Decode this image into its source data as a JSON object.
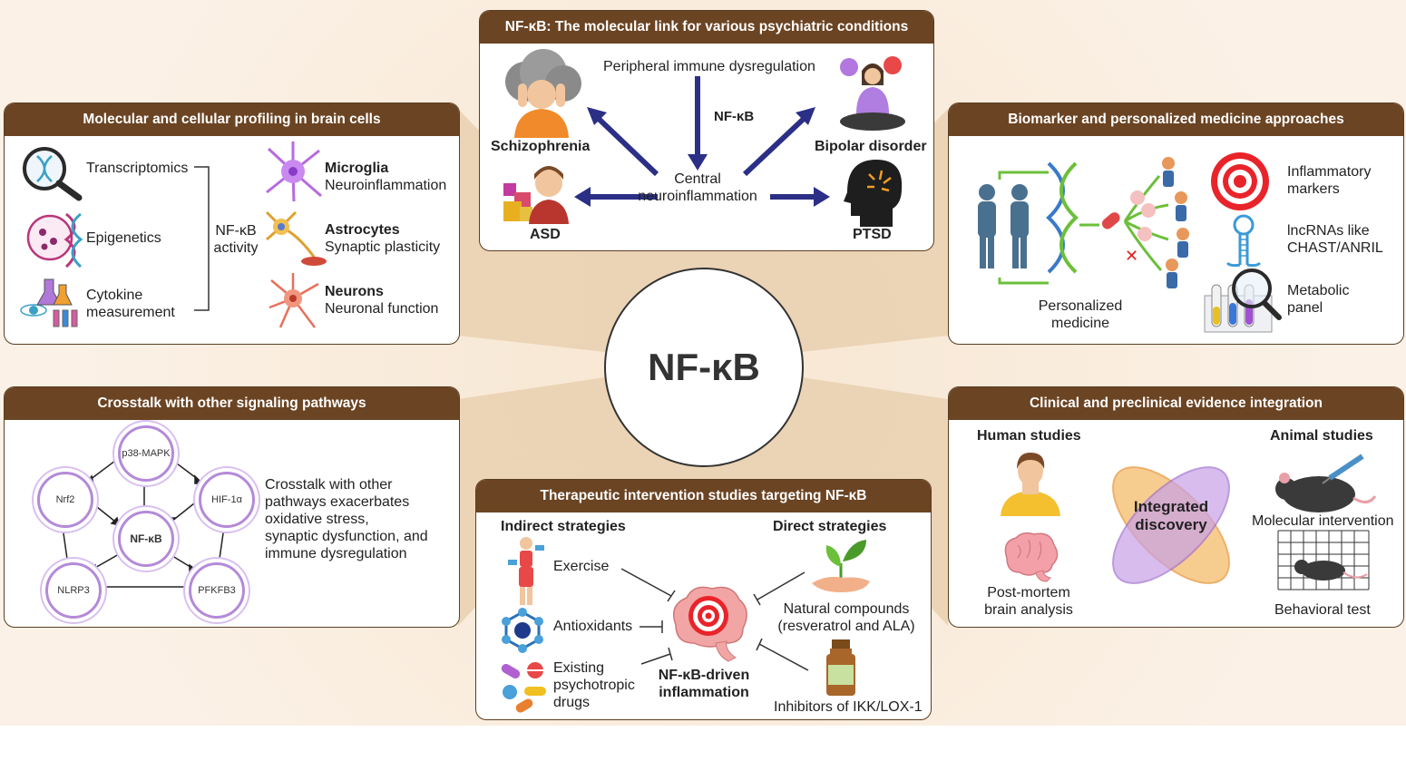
{
  "center": {
    "label": "NF-κB"
  },
  "psych": {
    "title": "NF-κB: The molecular link for various psychiatric conditions",
    "top_label": "Peripheral immune dysregulation",
    "arrow_label": "NF-κB",
    "center_label_1": "Central",
    "center_label_2": "neuroinflammation",
    "conditions": {
      "schizophrenia": "Schizophrenia",
      "bipolar": "Bipolar disorder",
      "asd": "ASD",
      "ptsd": "PTSD"
    }
  },
  "molecular": {
    "title": "Molecular and cellular profiling in brain cells",
    "methods": [
      "Transcriptomics",
      "Epigenetics",
      "Cytokine",
      "measurement"
    ],
    "activity_1": "NF-κB",
    "activity_2": "activity",
    "cells": [
      {
        "name": "Microglia",
        "desc": "Neuroinflammation"
      },
      {
        "name": "Astrocytes",
        "desc": "Synaptic plasticity"
      },
      {
        "name": "Neurons",
        "desc": "Neuronal function"
      }
    ]
  },
  "biomarker": {
    "title": "Biomarker and personalized medicine approaches",
    "pm_1": "Personalized",
    "pm_2": "medicine",
    "items": [
      {
        "l1": "Inflammatory",
        "l2": "markers"
      },
      {
        "l1": "lncRNAs like",
        "l2": "CHAST/ANRIL"
      },
      {
        "l1": "Metabolic",
        "l2": "panel"
      }
    ]
  },
  "crosstalk": {
    "title": "Crosstalk with other signaling pathways",
    "nodes": {
      "center": "NF-κB",
      "top": "p38-MAPK",
      "left": "Nrf2",
      "right": "HIF-1α",
      "bl": "NLRP3",
      "br": "PFKFB3"
    },
    "text": [
      "Crosstalk with other",
      "pathways exacerbates",
      "oxidative stress,",
      "synaptic dysfunction, and",
      "immune dysregulation"
    ]
  },
  "therapeutic": {
    "title": "Therapeutic intervention studies targeting NF-κB",
    "indirect": "Indirect strategies",
    "direct": "Direct strategies",
    "exercise": "Exercise",
    "antioxidants": "Antioxidants",
    "drugs": [
      "Existing",
      "psychotropic",
      "drugs"
    ],
    "target_1": "NF-κB-driven",
    "target_2": "inflammation",
    "natural_1": "Natural compounds",
    "natural_2": "(resveratrol and ALA)",
    "inhibitors": "Inhibitors of IKK/LOX-1"
  },
  "clinical": {
    "title": "Clinical and preclinical evidence integration",
    "human": "Human studies",
    "animal": "Animal studies",
    "integrated_1": "Integrated",
    "integrated_2": "discovery",
    "pm_1": "Post-mortem",
    "pm_2": "brain analysis",
    "molecular": "Molecular intervention",
    "behavioral": "Behavioral test"
  },
  "colors": {
    "panel_header": "#6b4423",
    "arrow": "#2b2f86",
    "accent_purple": "#b48ad8",
    "background": "#faf0e4"
  }
}
